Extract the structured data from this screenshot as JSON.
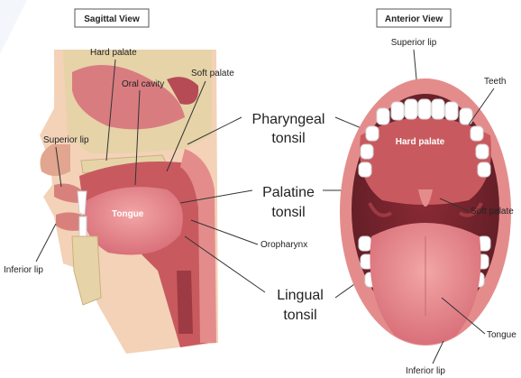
{
  "sagittal": {
    "title": "Sagittal View",
    "labels": {
      "hard_palate": "Hard palate",
      "oral_cavity": "Oral cavity",
      "soft_palate": "Soft palate",
      "superior_lip": "Superior lip",
      "tongue": "Tongue",
      "inferior_lip": "Inferior lip",
      "oropharynx": "Oropharynx"
    }
  },
  "center": {
    "pharyngeal_1": "Pharyngeal",
    "pharyngeal_2": "tonsil",
    "palatine_1": "Palatine",
    "palatine_2": "tonsil",
    "lingual_1": "Lingual",
    "lingual_2": "tonsil"
  },
  "anterior": {
    "title": "Anterior View",
    "labels": {
      "superior_lip": "Superior lip",
      "teeth": "Teeth",
      "hard_palate": "Hard palate",
      "soft_palate": "Soft palate",
      "tongue": "Tongue",
      "inferior_lip": "Inferior lip"
    }
  },
  "colors": {
    "flesh": "#e48c8c",
    "tissue": "#c85a5f",
    "dark_tissue": "#9e3a43",
    "bone": "#e6d3a8",
    "skin": "#f3d2b8",
    "tooth": "#ffffff",
    "cavity": "#5e1d25"
  }
}
